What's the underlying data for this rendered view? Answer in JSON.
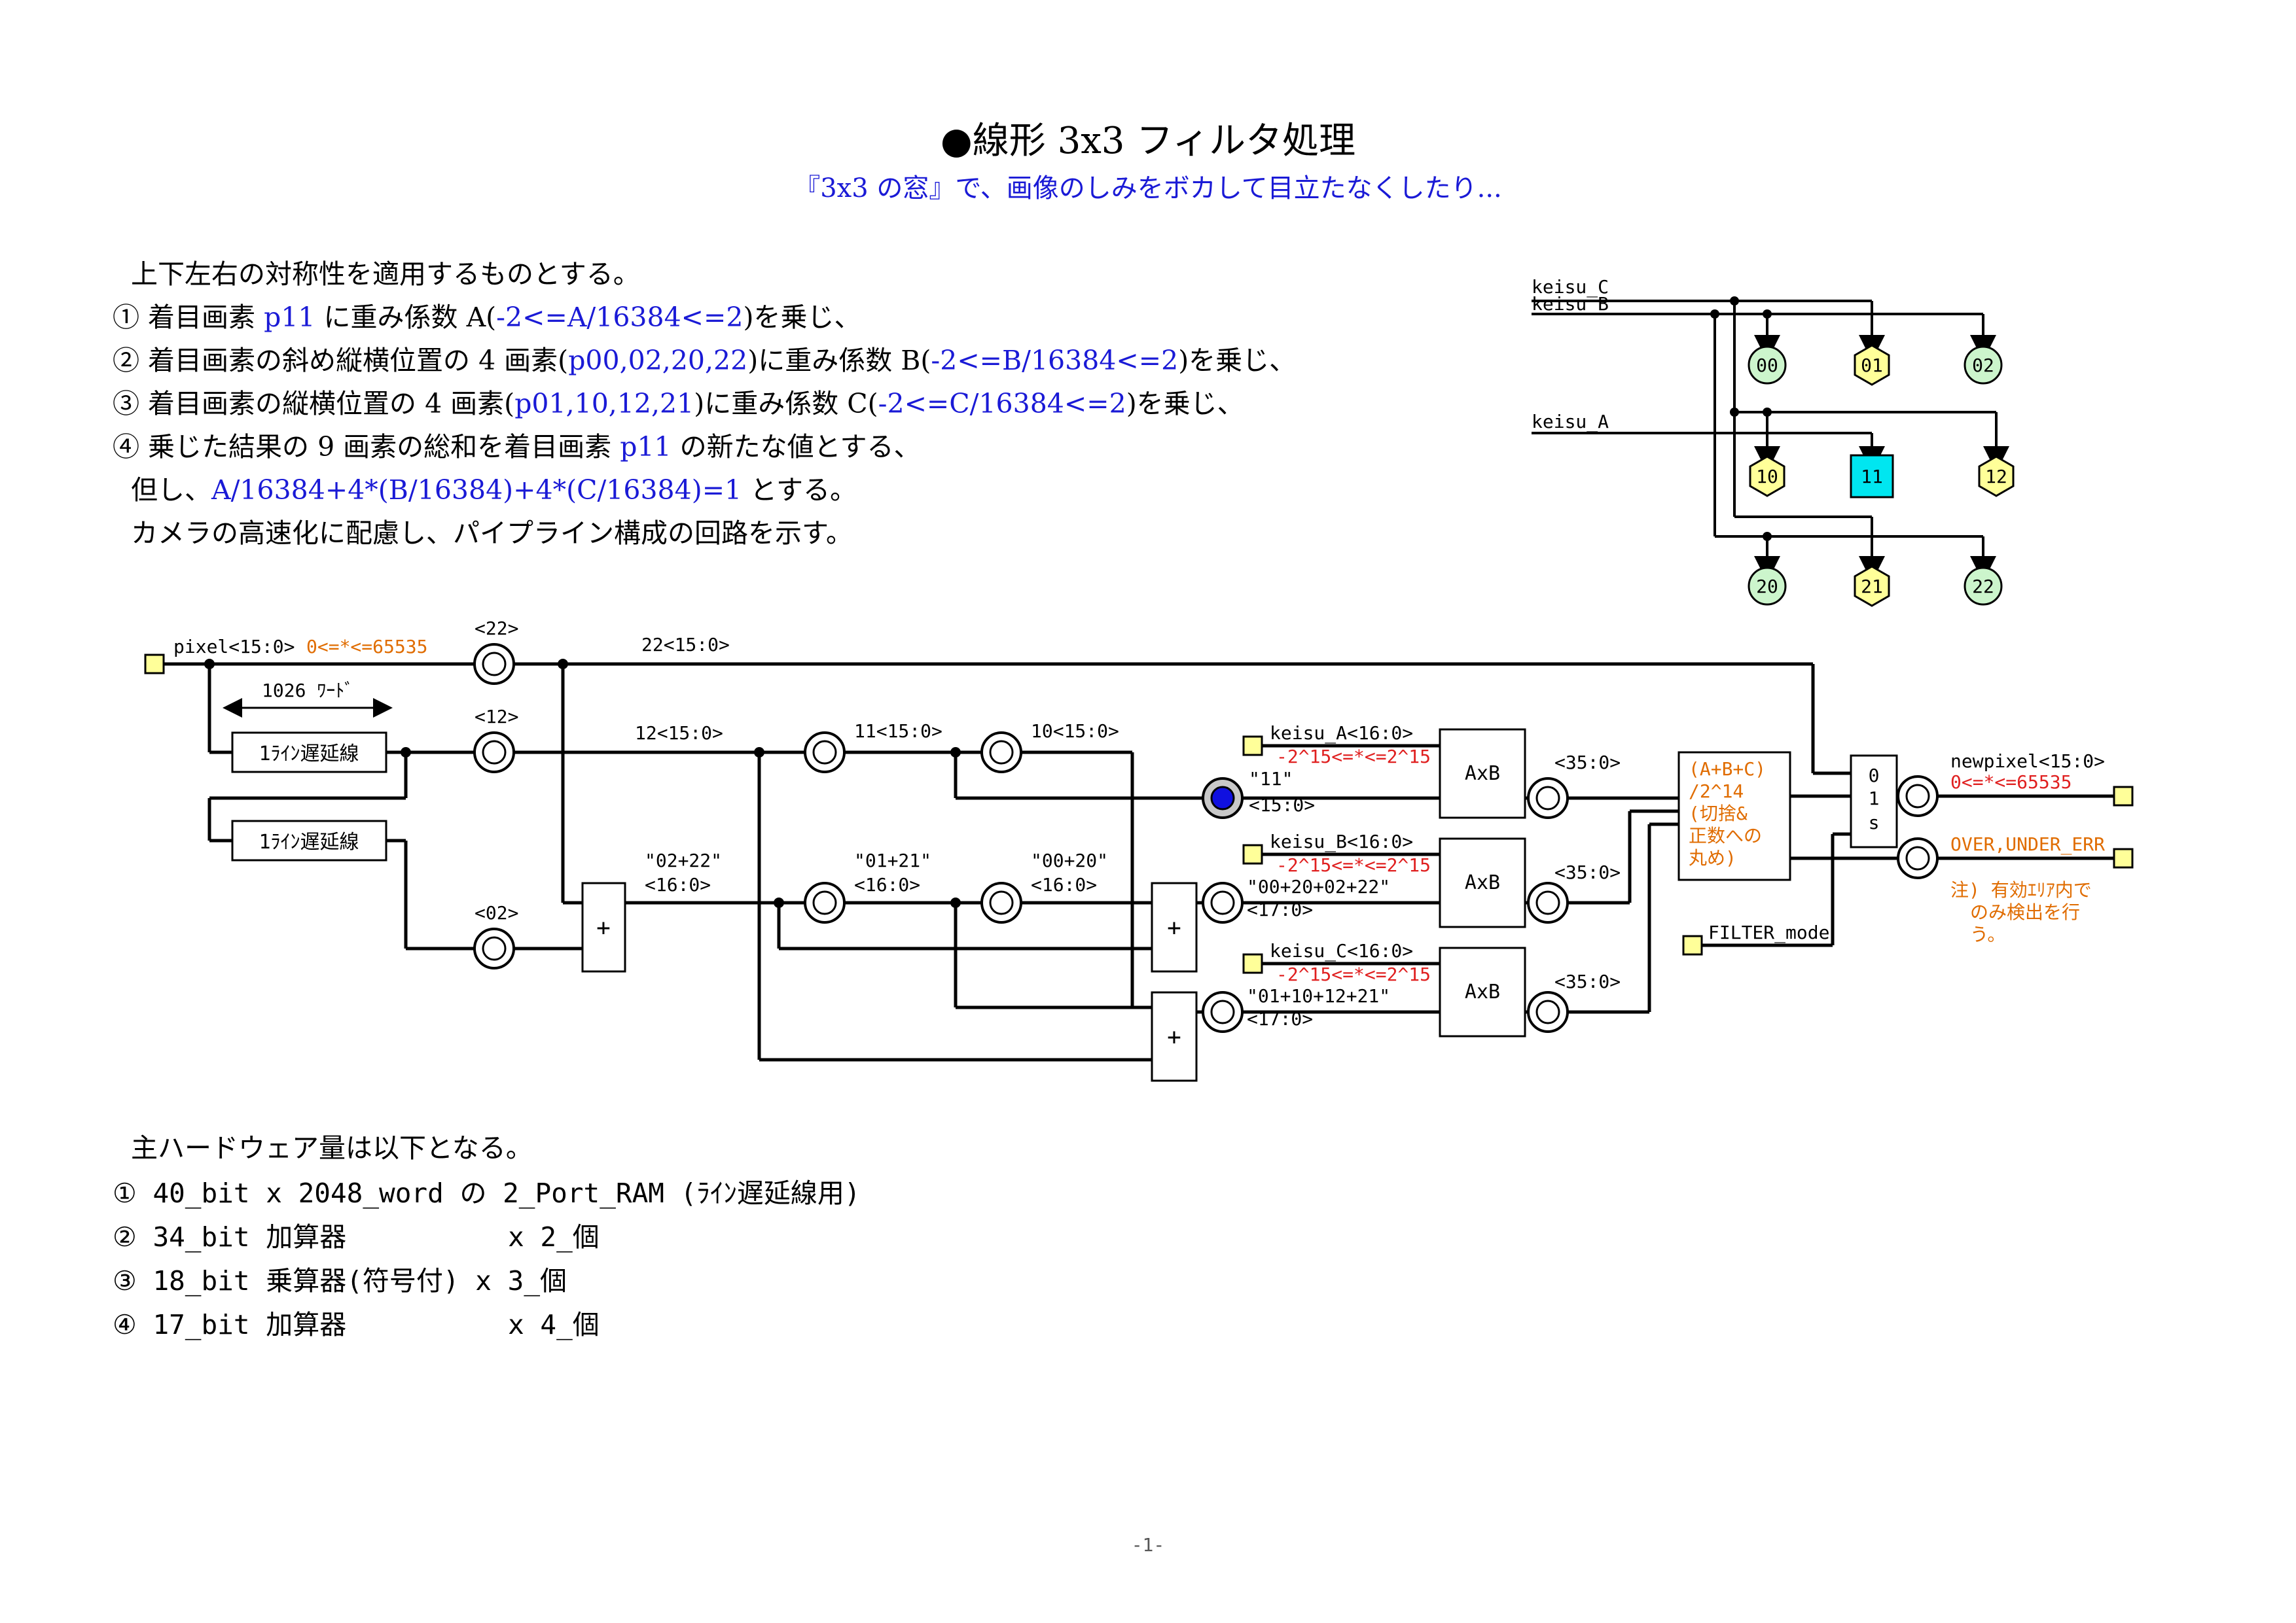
{
  "title": "●線形 3x3 フィルタ処理",
  "subtitle": "『3x3 の窓』で、画像のしみをボカして目立たなくしたり...",
  "intro": {
    "line0": "上下左右の対称性を適用するものとする。",
    "line1": {
      "a": "① 着目画素 ",
      "b": "p11",
      "c": " に重み係数 A(",
      "d": "-2<=A/16384<=2",
      "e": ")を乗じ、"
    },
    "line2": {
      "a": "② 着目画素の斜め縦横位置の 4 画素(",
      "b": "p00,02,20,22",
      "c": ")に重み係数 B(",
      "d": "-2<=B/16384<=2",
      "e": ")を乗じ、"
    },
    "line3": {
      "a": "③ 着目画素の縦横位置の 4 画素(",
      "b": "p01,10,12,21",
      "c": ")に重み係数 C(",
      "d": "-2<=C/16384<=2",
      "e": ")を乗じ、"
    },
    "line4": {
      "a": "④ 乗じた結果の 9 画素の総和を着目画素 ",
      "b": "p11",
      "c": " の新たな値とする、"
    },
    "line5": {
      "a": "但し、",
      "b": "A/16384+4*(B/16384)+4*(C/16384)=1",
      "c": " とする。"
    },
    "line6": "カメラの高速化に配慮し、パイプライン構成の回路を示す。"
  },
  "window": {
    "keisu_c": "keisu_C",
    "keisu_b": "keisu_B",
    "keisu_a": "keisu_A",
    "cells": {
      "c00": "00",
      "c01": "01",
      "c02": "02",
      "c10": "10",
      "c11": "11",
      "c12": "12",
      "c20": "20",
      "c21": "21",
      "c22": "22"
    }
  },
  "circuit": {
    "pixel_label": "pixel<15:0>",
    "pixel_range": "0<=*<=65535",
    "reg22": "<22>",
    "reg12": "<12>",
    "reg02": "<02>",
    "bus22": "22<15:0>",
    "bus12": "12<15:0>",
    "bus11": "11<15:0>",
    "bus10": "10<15:0>",
    "word_count": "1026 ﾜｰﾄﾞ",
    "delay1": "1ﾗｲﾝ遅延線",
    "delay2": "1ﾗｲﾝ遅延線",
    "sum0222": "\"02+22\"",
    "sum0222_w": "<16:0>",
    "sum0121": "\"01+21\"",
    "sum0121_w": "<16:0>",
    "sum0020": "\"00+20\"",
    "sum0020_w": "<16:0>",
    "plus": "+",
    "keisu_a": "keisu_A<16:0>",
    "keisu_a_range": "-2^15<=*<=2^15",
    "keisu_b": "keisu_B<16:0>",
    "keisu_b_range": "-2^15<=*<=2^15",
    "keisu_c": "keisu_C<16:0>",
    "keisu_c_range": "-2^15<=*<=2^15",
    "center_label": "\"11\"",
    "center_w": "<15:0>",
    "sumB": "\"00+20+02+22\"",
    "sumB_w": "<17:0>",
    "sumC": "\"01+10+12+21\"",
    "sumC_w": "<17:0>",
    "mult": "AxB",
    "prod_w": "<35:0>",
    "norm": [
      "(A+B+C)",
      "/2^14",
      "(切捨&",
      "正数への",
      "丸め)"
    ],
    "mux": [
      "0",
      "1",
      "s"
    ],
    "filter_mode": "FILTER_mode",
    "newpixel": "newpixel<15:0>",
    "newpixel_range": "0<=*<=65535",
    "err": "OVER,UNDER_ERR",
    "note": [
      "注) 有効ｴﾘｱ内で",
      "のみ検出を行",
      "う。"
    ]
  },
  "hardware": {
    "title": "主ハードウェア量は以下となる。",
    "items": [
      "① 40_bit x 2048_word の 2_Port_RAM (ﾗｲﾝ遅延線用)",
      "② 34_bit 加算器          x 2_個",
      "③ 18_bit 乗算器(符号付) x 3_個",
      "④ 17_bit 加算器          x 4_個"
    ]
  },
  "page_number": "-1-",
  "colors": {
    "blue": "#1a1ad6",
    "orange": "#e06c00",
    "red": "#e02020",
    "green_cell": "#ccf5cc",
    "yellow_cell": "#ffff99",
    "cyan_cell": "#00e6f0",
    "port": "#ffff99"
  }
}
